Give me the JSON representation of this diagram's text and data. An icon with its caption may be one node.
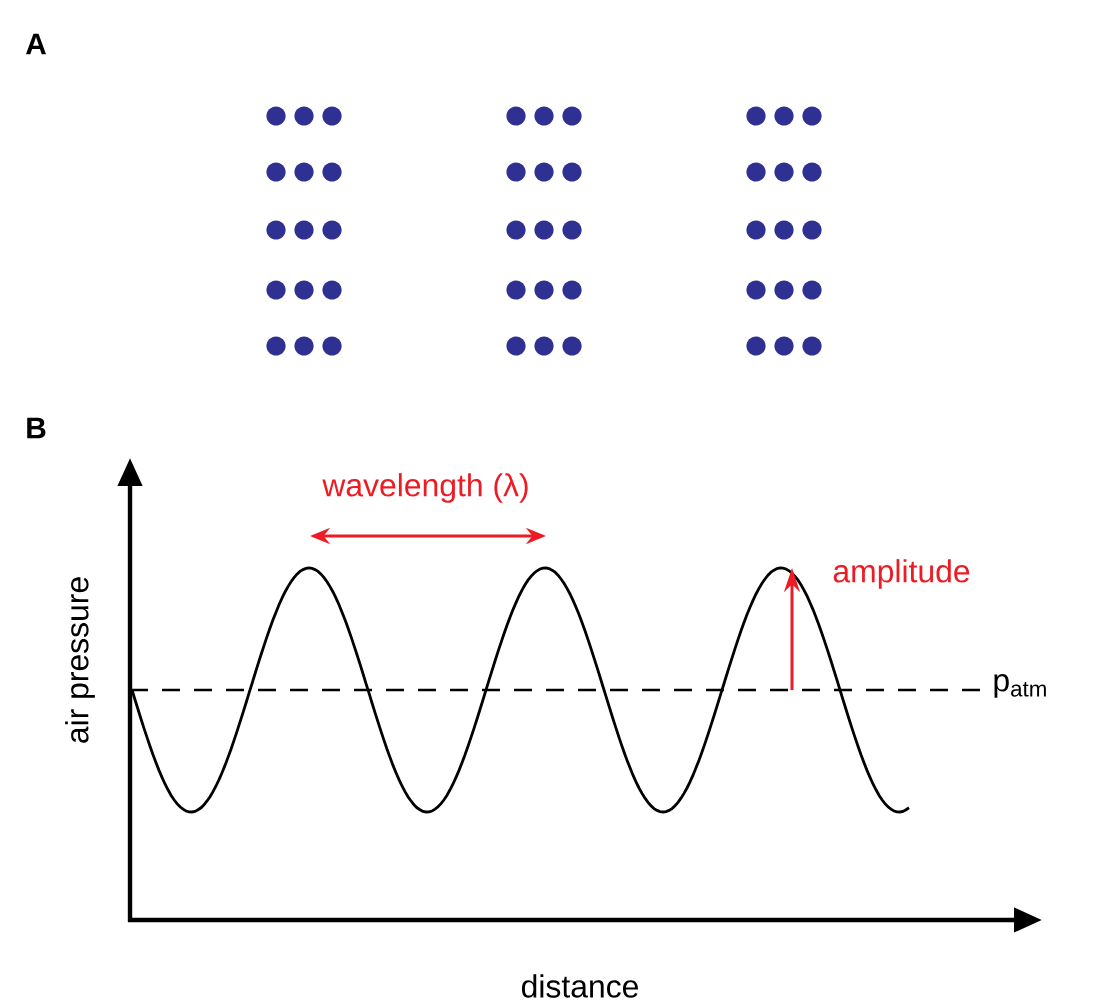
{
  "diagram": {
    "labels": [
      "A",
      "B",
      "wavelength (λ)",
      "amplitude",
      "air pressure",
      "p$_{atm}$",
      "distance"
    ]
  }
}
